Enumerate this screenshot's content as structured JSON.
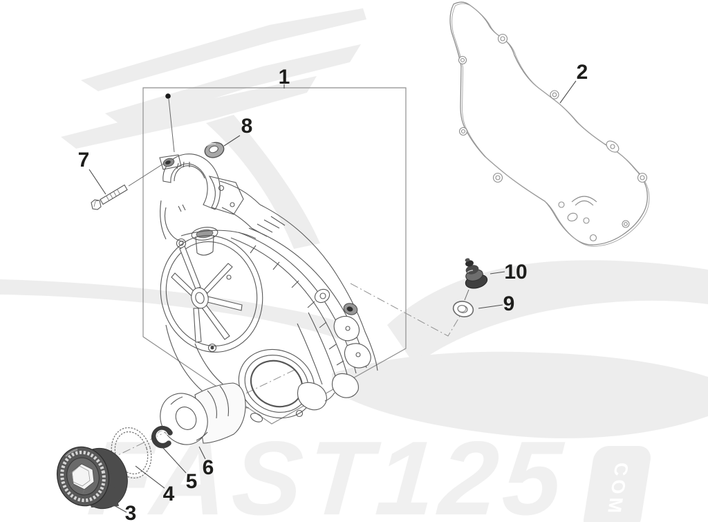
{
  "figure": {
    "type": "exploded-parts-diagram",
    "callouts": [
      {
        "label": "1"
      },
      {
        "label": "2"
      },
      {
        "label": "3"
      },
      {
        "label": "4"
      },
      {
        "label": "5"
      },
      {
        "label": "6"
      },
      {
        "label": "7"
      },
      {
        "label": "8"
      },
      {
        "label": "9"
      },
      {
        "label": "10"
      }
    ],
    "watermark": {
      "brand_text": "FAST125",
      "suffix_text": "COM"
    },
    "colors": {
      "background": "#ffffff",
      "diagram_line": "#575757",
      "soft_line": "#8d8d8d",
      "label_ink": "#1d1d1b",
      "watermark_gray": "#ededed",
      "watermark_text": "#f0f0f0",
      "dark_part_fill": "#4c4c4c"
    }
  }
}
